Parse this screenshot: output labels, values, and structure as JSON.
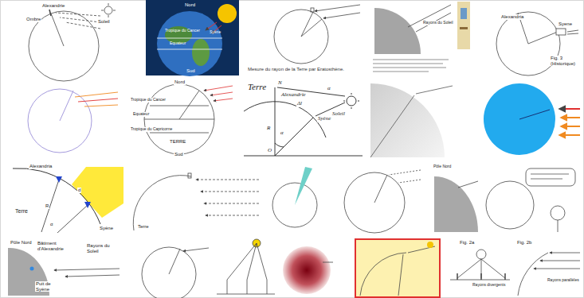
{
  "diagram": {
    "labels": [
      "Alexandrie",
      "Ombre",
      "Soleil",
      "Nord",
      "Tropique du Cancer",
      "Equateur",
      "Syène",
      "Sud",
      "Mesure du rayon de la Terre par Eratosthène.",
      "Rayons du Soleil",
      "Alexandria",
      "Syene",
      "Fig. 3 (Historique)",
      "Nord",
      "Tropique du Cancer",
      "Equateur",
      "Tropique du Capricorne",
      "TERRE",
      "Sud",
      "Terre",
      "N",
      "Alexandrie",
      "R",
      "α",
      "Syène",
      "Soleil",
      "α",
      "Δl",
      "O",
      "Alexandria",
      "Terre",
      "R",
      "d",
      "α",
      "Syène",
      "Terre",
      "Pôle Nord",
      "Pôle Nord",
      "Bâtiment d'Alexandrie",
      "Rayons du Soleil",
      "Puit de Syène",
      "Fig. 2a",
      "Rayons divergents",
      "Fig. 2b",
      "Rayons parallèles"
    ]
  }
}
